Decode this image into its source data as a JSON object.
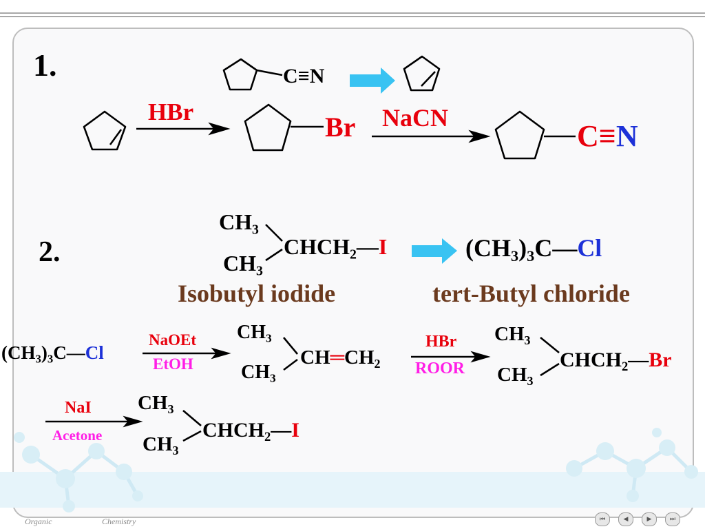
{
  "steps": {
    "step1": "1.",
    "step2": "2."
  },
  "reaction1": {
    "goal_left": "C",
    "goal_bond": "≡",
    "goal_right": "N",
    "reagent_hbr": "HBr",
    "product_br": "Br",
    "reagent_nacn": "NaCN",
    "final_c": "C",
    "final_bond": "≡",
    "final_n": "N"
  },
  "reaction2": {
    "goal_ch3_top": "CH",
    "goal_ch3_top_sub": "3",
    "goal_chain": "CHCH",
    "goal_chain_sub": "2",
    "goal_ch3_bottom": "CH",
    "goal_ch3_bottom_sub": "3",
    "goal_bond": "—",
    "goal_i": "I",
    "target_prefix": "(CH",
    "target_sub1": "3",
    "target_mid": ")",
    "target_sub2": "3",
    "target_c": "C",
    "target_bond": "—",
    "target_cl": "Cl",
    "label_iodide": "Isobutyl iodide",
    "label_chloride": "tert-Butyl chloride",
    "start_prefix": "(CH",
    "start_sub1": "3",
    "start_mid": ")",
    "start_sub2": "3",
    "start_c": "C",
    "start_bond": "—",
    "start_cl": "Cl",
    "reagent_naoet": "NaOEt",
    "reagent_etoh": "EtOH",
    "alkene_ch3_top": "CH",
    "alkene_ch3_top_sub": "3",
    "alkene_ch3_bottom": "CH",
    "alkene_ch3_bottom_sub": "3",
    "alkene_ch": "CH",
    "alkene_double": "═",
    "alkene_ch2": "CH",
    "alkene_ch2_sub": "2",
    "reagent_hbr": "HBr",
    "reagent_roor": "ROOR",
    "bromide_ch3_top": "CH",
    "bromide_ch3_top_sub": "3",
    "bromide_chain": "CHCH",
    "bromide_chain_sub": "2",
    "bromide_bond": "—",
    "bromide_br": "Br",
    "bromide_ch3_bottom": "CH",
    "bromide_ch3_bottom_sub": "3",
    "reagent_nai": "NaI",
    "reagent_acetone": "Acetone",
    "iodide_ch3_top": "CH",
    "iodide_ch3_top_sub": "3",
    "iodide_chain": "CHCH",
    "iodide_chain_sub": "2",
    "iodide_bond": "—",
    "iodide_i": "I",
    "iodide_ch3_bottom": "CH",
    "iodide_ch3_bottom_sub": "3"
  },
  "footer": {
    "left": "Organic",
    "right": "Chemistry"
  },
  "nav": {
    "first": "⏮",
    "prev": "◀",
    "next": "▶",
    "last": "⏭"
  },
  "colors": {
    "red": "#e8000c",
    "blue": "#1d31d8",
    "pink": "#ff1ee6",
    "brown": "#6b3a1e",
    "arrow_cyan": "#39c3f2"
  }
}
